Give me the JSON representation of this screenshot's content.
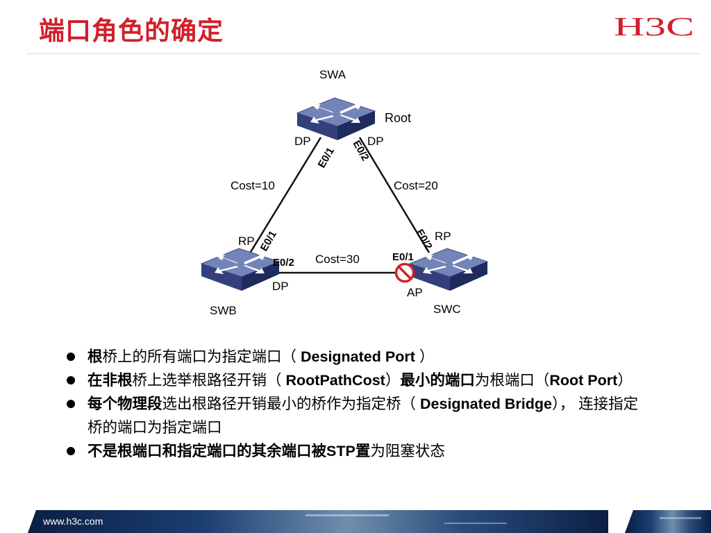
{
  "header": {
    "title": "端口角色的确定",
    "logo_text": "H3C",
    "brand_color": "#d21e2b"
  },
  "diagram": {
    "switches": {
      "swa": {
        "name": "SWA",
        "tag": "Root"
      },
      "swb": {
        "name": "SWB"
      },
      "swc": {
        "name": "SWC"
      }
    },
    "ports": {
      "swa_e01": "E0/1",
      "swa_e02": "E0/2",
      "swb_e01": "E0/1",
      "swb_e02": "E0/2",
      "swc_e01": "E0/1",
      "swc_e02": "E0/2"
    },
    "roles": {
      "swa_left": "DP",
      "swa_right": "DP",
      "swb_up": "RP",
      "swb_right": "DP",
      "swc_up": "RP",
      "swc_left": "AP"
    },
    "links": {
      "a_b": "Cost=10",
      "a_c": "Cost=20",
      "b_c": "Cost=30"
    },
    "blocked_icon": "blocked-port-icon",
    "switch_icon": "switch-icon"
  },
  "bullets": [
    {
      "b1": "根",
      "t1": "桥上的所有端口为指定端口（",
      "b2": " Designated Port ",
      "t2": "）"
    },
    {
      "b1": "在非根",
      "t1": "桥上选举根路径开销（ ",
      "b2": "RootPathCost",
      "t2": "）",
      "b3": "最小的端口",
      "t3": "为根端口（",
      "b4": "Root Port",
      "t4": "）"
    },
    {
      "b1": "每个物理段",
      "t1": "选出根路径开销最小的桥作为指定桥（ ",
      "b2": "Designated Bridge",
      "t2": "），  连接指定桥的端口为指定端口"
    },
    {
      "b1": "不是根端口和指定端口的其余端口被STP置",
      "t1": "为阻塞状态"
    }
  ],
  "footer": {
    "url": "www.h3c.com"
  }
}
